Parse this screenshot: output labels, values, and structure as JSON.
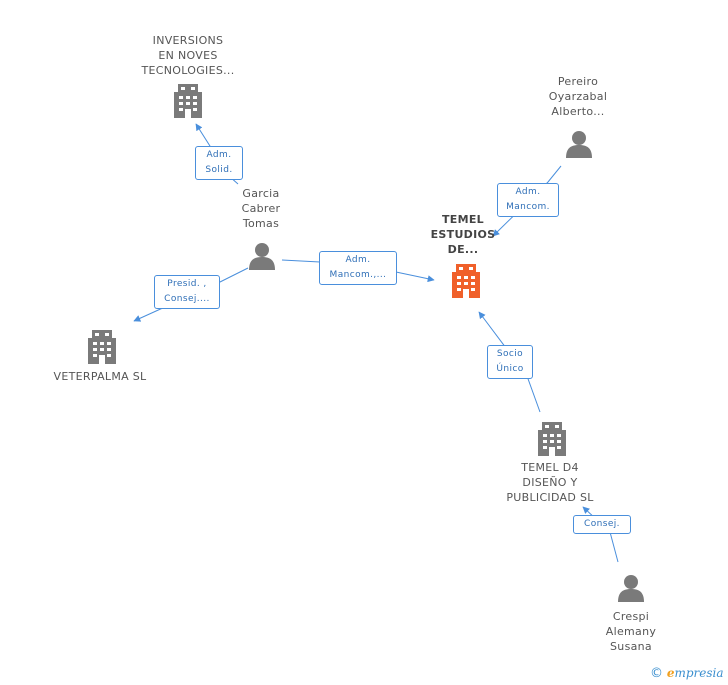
{
  "nodes": {
    "inversions": {
      "lines": [
        "INVERSIONS",
        "EN NOVES",
        "TECNOLOGIES..."
      ]
    },
    "pereiro": {
      "lines": [
        "Pereiro",
        "Oyarzabal",
        "Alberto..."
      ]
    },
    "garcia": {
      "lines": [
        "Garcia",
        "Cabrer",
        "Tomas"
      ]
    },
    "temel_estudios": {
      "lines": [
        "TEMEL",
        "ESTUDIOS",
        "DE..."
      ]
    },
    "veterpalma": {
      "lines": [
        "VETERPALMA SL"
      ]
    },
    "temel_d4": {
      "lines": [
        "TEMEL D4",
        "DISEÑO Y",
        "PUBLICIDAD SL"
      ]
    },
    "crespi": {
      "lines": [
        "Crespi",
        "Alemany",
        "Susana"
      ]
    }
  },
  "relations": {
    "adm_solid": {
      "lines": [
        "Adm.",
        "Solid."
      ]
    },
    "adm_mancom_pereiro": {
      "lines": [
        "Adm.",
        "Mancom."
      ]
    },
    "adm_mancom_garcia": {
      "lines": [
        "Adm.",
        "Mancom.,..."
      ]
    },
    "presid_consej": {
      "lines": [
        "Presid. ,",
        "Consej...."
      ]
    },
    "socio_unico": {
      "lines": [
        "Socio",
        "Único"
      ]
    },
    "consej": {
      "lines": [
        "Consej."
      ]
    }
  },
  "colors": {
    "building": "#7a7a7a",
    "building_main": "#f0602a",
    "person": "#7a7a7a",
    "edge": "#4a8fdc"
  },
  "watermark": {
    "copyright": "©",
    "brand_first": "e",
    "brand_rest": "mpresia"
  }
}
